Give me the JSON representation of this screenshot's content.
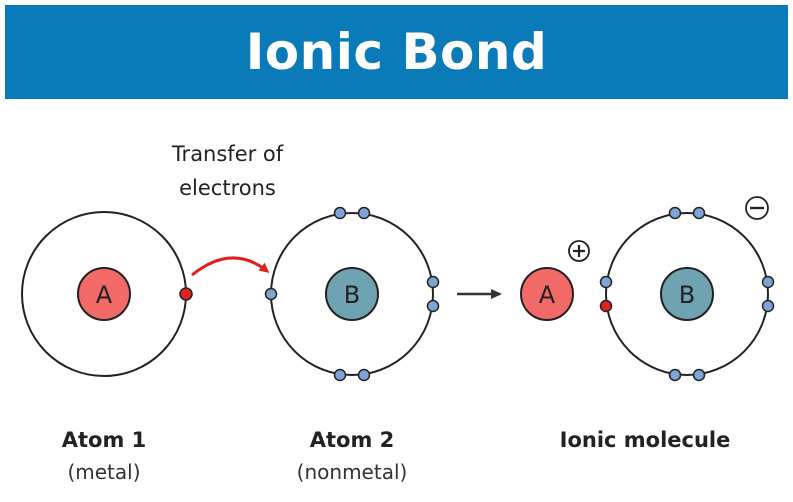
{
  "title": "Ionic Bond",
  "transfer_label": {
    "line1": "Transfer of",
    "line2": "electrons"
  },
  "atoms": {
    "atom1": {
      "letter": "A",
      "name": "Atom 1",
      "type": "(metal)"
    },
    "atom2": {
      "letter": "B",
      "name": "Atom 2",
      "type": "(nonmetal)"
    },
    "molecule": {
      "cation_letter": "A",
      "anion_letter": "B",
      "name": "Ionic molecule",
      "positive_sign": "+",
      "negative_sign": "−"
    }
  },
  "colors": {
    "header": "#0a7ab8",
    "nucleus_a": "#f26a68",
    "nucleus_b": "#6fa3b0",
    "electron_blue": "#7ea3d6",
    "electron_red": "#e0201f",
    "arrow_red": "#e0201f"
  }
}
